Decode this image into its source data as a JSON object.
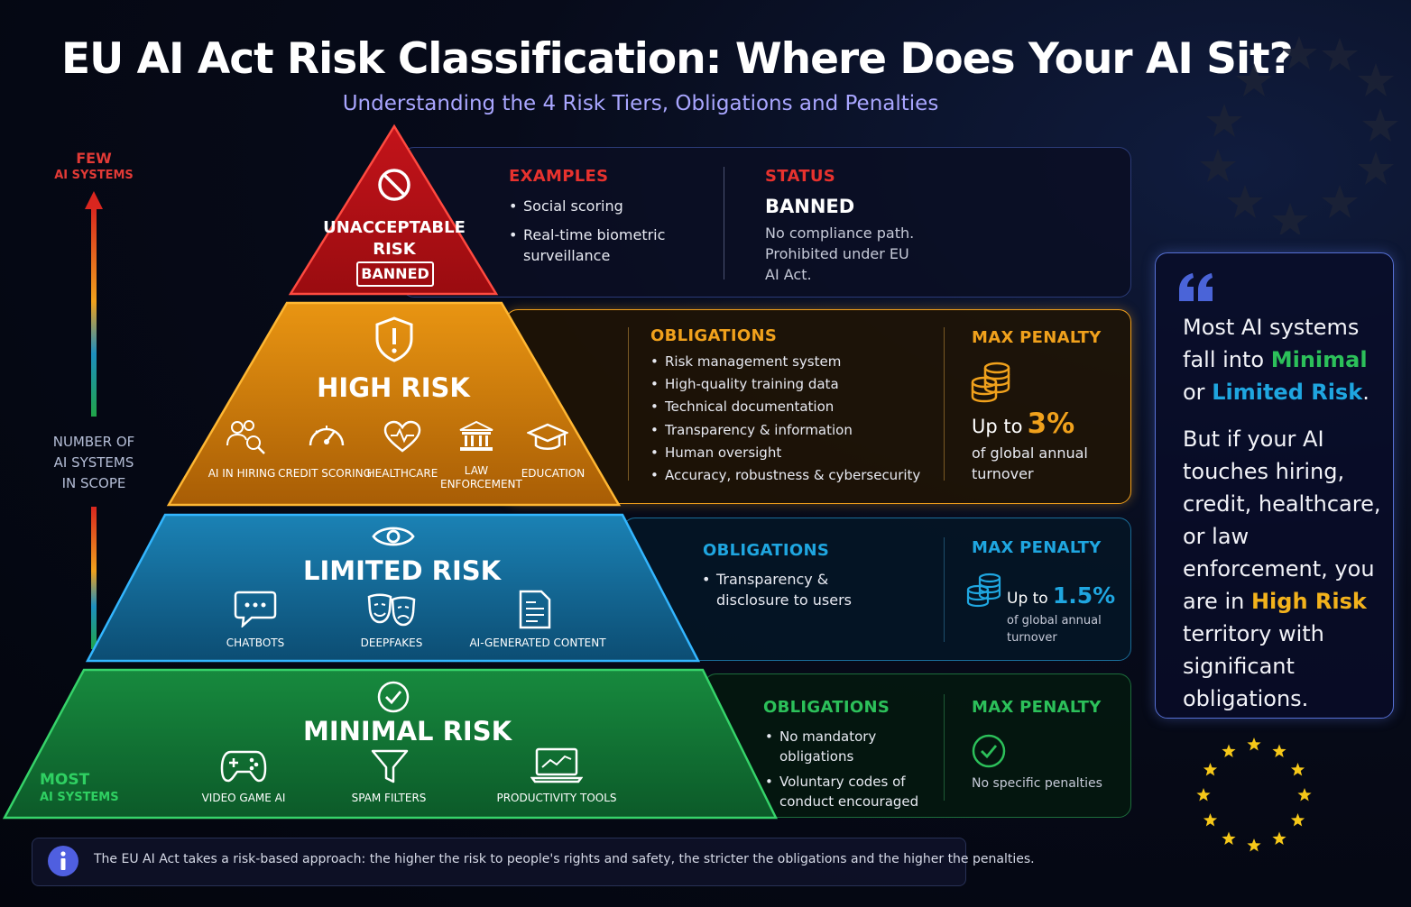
{
  "title": "EU AI Act Risk Classification: Where Does Your AI Sit?",
  "subtitle": "Understanding the 4 Risk Tiers, Obligations and Penalties",
  "axis": {
    "top_line1": "FEW",
    "top_line2": "AI SYSTEMS",
    "middle_lines": [
      "NUMBER OF",
      "AI SYSTEMS",
      "IN SCOPE"
    ],
    "bottom_line1": "MOST",
    "bottom_line2": "AI SYSTEMS"
  },
  "tiers": {
    "unacceptable": {
      "label_line1": "UNACCEPTABLE",
      "label_line2": "RISK",
      "badge": "BANNED",
      "color": "#d8201e",
      "examples_header": "EXAMPLES",
      "examples": [
        "Social scoring",
        "Real-time biometric surveillance"
      ],
      "status_header": "STATUS",
      "status_value": "BANNED",
      "status_note": "No compliance path. Prohibited under EU AI Act."
    },
    "high": {
      "label": "HIGH RISK",
      "color": "#f0a11c",
      "examples": [
        {
          "icon": "people-search-icon",
          "label": "AI IN HIRING"
        },
        {
          "icon": "gauge-icon",
          "label": "CREDIT SCORING"
        },
        {
          "icon": "heart-pulse-icon",
          "label": "HEALTHCARE"
        },
        {
          "icon": "courthouse-icon",
          "label": "LAW ENFORCEMENT"
        },
        {
          "icon": "graduation-cap-icon",
          "label": "EDUCATION"
        }
      ],
      "obligations_header": "OBLIGATIONS",
      "obligations": [
        "Risk management system",
        "High-quality training data",
        "Technical documentation",
        "Transparency & information",
        "Human oversight",
        "Accuracy, robustness & cybersecurity"
      ],
      "penalty_header": "MAX PENALTY",
      "penalty_prefix": "Up to",
      "penalty_value": "3%",
      "penalty_note": "of global annual turnover"
    },
    "limited": {
      "label": "LIMITED RISK",
      "color": "#1a9fd6",
      "examples": [
        {
          "icon": "chat-bubble-icon",
          "label": "CHATBOTS"
        },
        {
          "icon": "theater-masks-icon",
          "label": "DEEPFAKES"
        },
        {
          "icon": "document-icon",
          "label": "AI-GENERATED CONTENT"
        }
      ],
      "obligations_header": "OBLIGATIONS",
      "obligations": [
        "Transparency & disclosure to users"
      ],
      "penalty_header": "MAX PENALTY",
      "penalty_prefix": "Up to",
      "penalty_value": "1.5%",
      "penalty_note": "of global annual turnover"
    },
    "minimal": {
      "label": "MINIMAL RISK",
      "color": "#22b04b",
      "examples": [
        {
          "icon": "gamepad-icon",
          "label": "VIDEO GAME AI"
        },
        {
          "icon": "filter-icon",
          "label": "SPAM FILTERS"
        },
        {
          "icon": "laptop-chart-icon",
          "label": "PRODUCTIVITY TOOLS"
        }
      ],
      "obligations_header": "OBLIGATIONS",
      "obligations": [
        "No mandatory obligations",
        "Voluntary codes of conduct encouraged"
      ],
      "penalty_header": "MAX PENALTY",
      "penalty_note": "No specific penalties"
    }
  },
  "quote": {
    "p1_a": "Most AI systems fall into ",
    "p1_minimal": "Minimal",
    "p1_b": " or ",
    "p1_limited": "Limited Risk",
    "p1_c": ".",
    "p2_a": "But if your AI touches hiring, credit, healthcare, or law enforcement, you are in ",
    "p2_high": "High Risk",
    "p2_b": " territory with significant obligations."
  },
  "info": "The EU AI Act takes a risk-based approach: the higher the risk to people's rights and safety, the stricter the obligations and the higher the penalties.",
  "colors": {
    "red": "#e8322e",
    "orange": "#f0a11c",
    "blue": "#1fa6e0",
    "green": "#2cc05a",
    "subtitle": "#a9a6ff",
    "eu_star": "#f6c819"
  }
}
